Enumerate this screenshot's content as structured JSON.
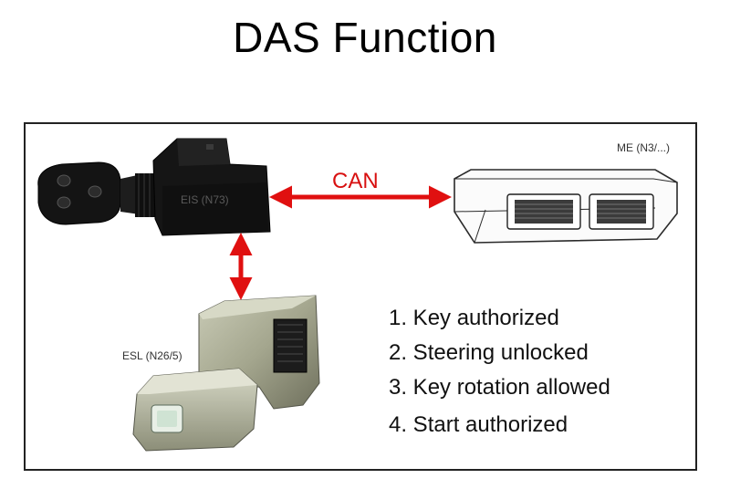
{
  "title": "DAS Function",
  "components": {
    "eis": "EIS (N73)",
    "me": "ME (N3/...)",
    "esl": "ESL (N26/5)"
  },
  "connections": {
    "can": "CAN"
  },
  "steps": [
    "1. Key authorized",
    "2. Steering unlocked",
    "3. Key rotation allowed",
    "4. Start authorized"
  ],
  "colors": {
    "arrow": "#e01010",
    "frame": "#222222"
  }
}
